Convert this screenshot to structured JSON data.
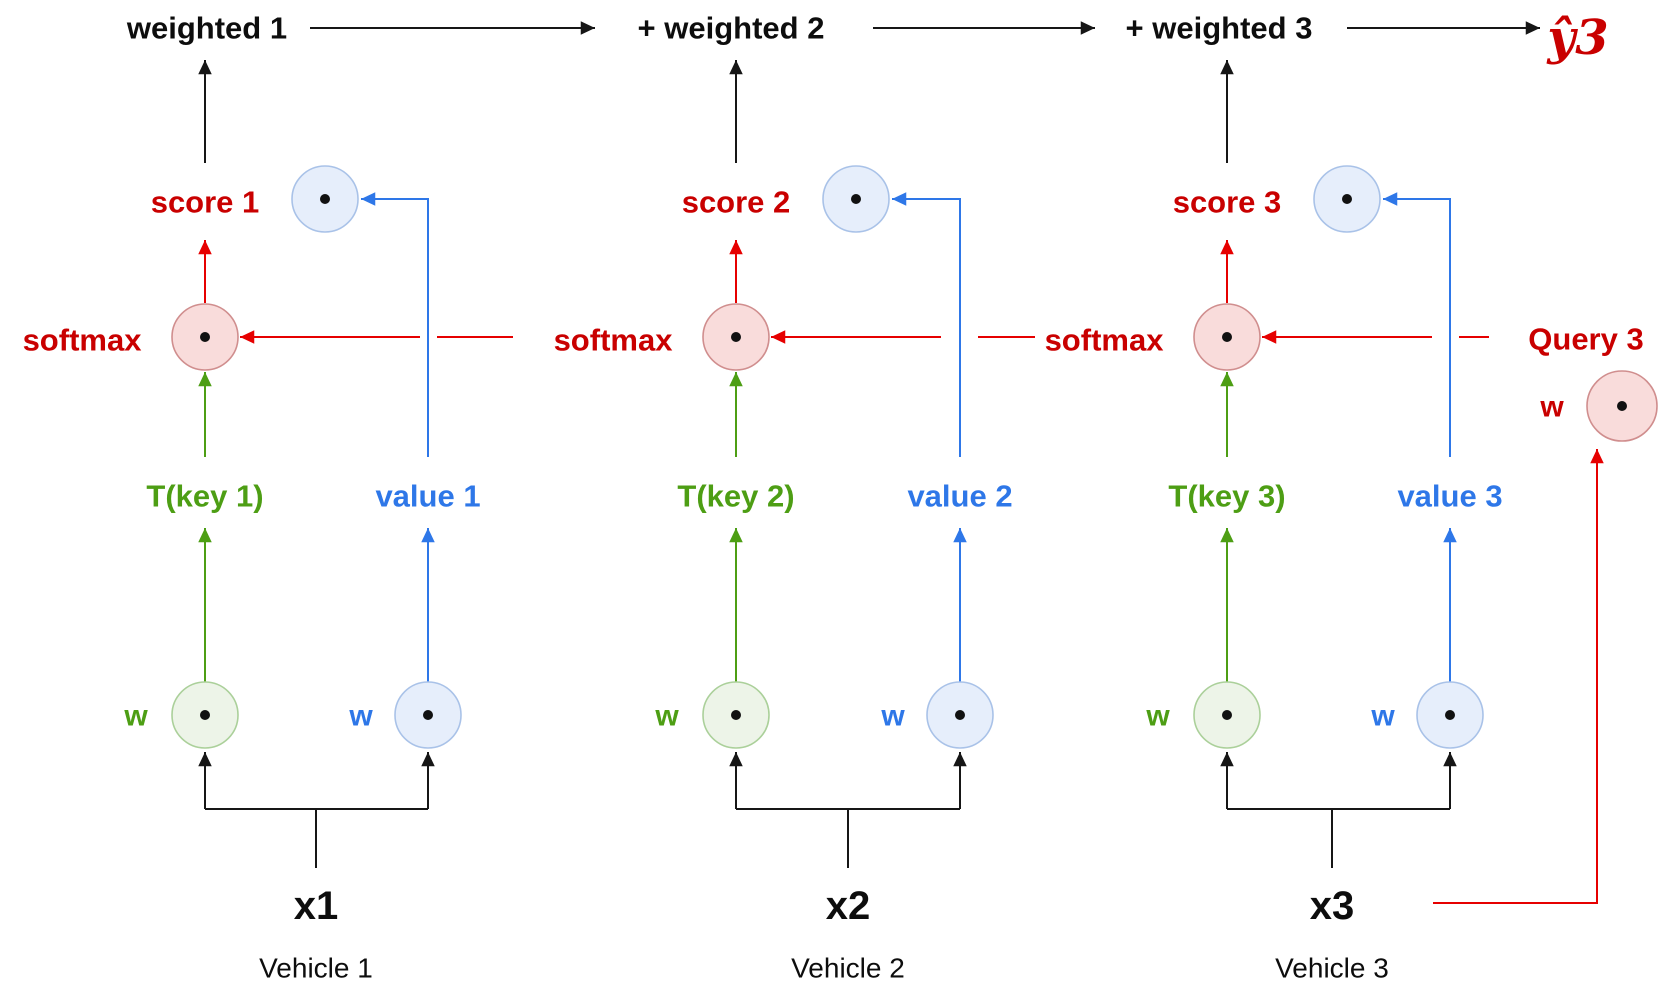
{
  "diagram_title": "self-attention-flow",
  "colors": {
    "black_line": "#161616",
    "black_text": "#0d0d0d",
    "red_line": "#e60000",
    "red_text": "#c90000",
    "green": "#4d9e14",
    "blue": "#2e77e8",
    "pink_fill": "#f9dcdb",
    "pink_stroke": "#d08e8e",
    "green_fill": "#edf4e8",
    "green_stroke": "#abd09a",
    "blue_fill": "#e6eefb",
    "blue_stroke": "#a9c2e8",
    "dot": "#111111"
  },
  "top": {
    "output": "ŷ3"
  },
  "columns": [
    {
      "weighted": "weighted 1",
      "score": "score 1",
      "softmax": "softmax",
      "key": "T(key 1)",
      "value": "value 1",
      "w_key": "w",
      "w_value": "w",
      "input": "x1",
      "caption": "Vehicle 1"
    },
    {
      "weighted": "+ weighted 2",
      "score": "score 2",
      "softmax": "softmax",
      "key": "T(key 2)",
      "value": "value 2",
      "w_key": "w",
      "w_value": "w",
      "input": "x2",
      "caption": "Vehicle 2"
    },
    {
      "weighted": "+ weighted 3",
      "score": "score 3",
      "softmax": "softmax",
      "key": "T(key 3)",
      "value": "value 3",
      "w_key": "w",
      "w_value": "w",
      "input": "x3",
      "caption": "Vehicle 3"
    }
  ],
  "query": {
    "label": "Query 3",
    "w": "w"
  }
}
